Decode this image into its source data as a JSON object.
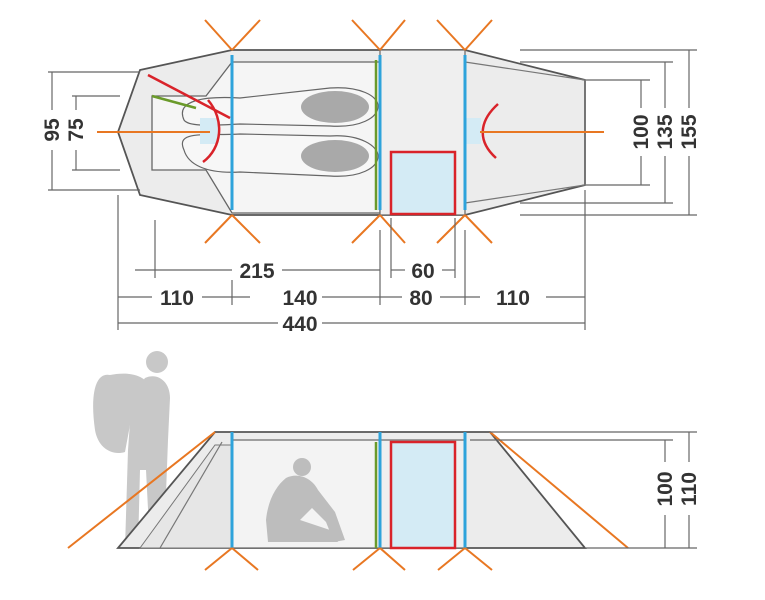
{
  "top_view": {
    "dimensions": {
      "inner_bedroom_length": "215",
      "vestibule_door_width": "60",
      "front_vestibule": "110",
      "bedroom": "140",
      "middle_section": "80",
      "rear_vestibule": "110",
      "total_length": "440",
      "front_outer_width": "95",
      "front_inner_width": "75",
      "rear_inner_width": "100",
      "rear_middle_width": "135",
      "rear_outer_width": "155"
    }
  },
  "side_view": {
    "dimensions": {
      "inner_height": "100",
      "outer_height": "110"
    }
  },
  "colors": {
    "outline": "#555555",
    "fabric": "#ececec",
    "inner_tent": "#f3f3f3",
    "pole_blue": "#2ea3db",
    "pole_red": "#d9232a",
    "pole_green": "#6a9a2a",
    "guy_line_orange": "#e87722",
    "door_fill": "#d4ebf5",
    "dim_line": "#666666",
    "silhouette": "#c8c8c8"
  }
}
